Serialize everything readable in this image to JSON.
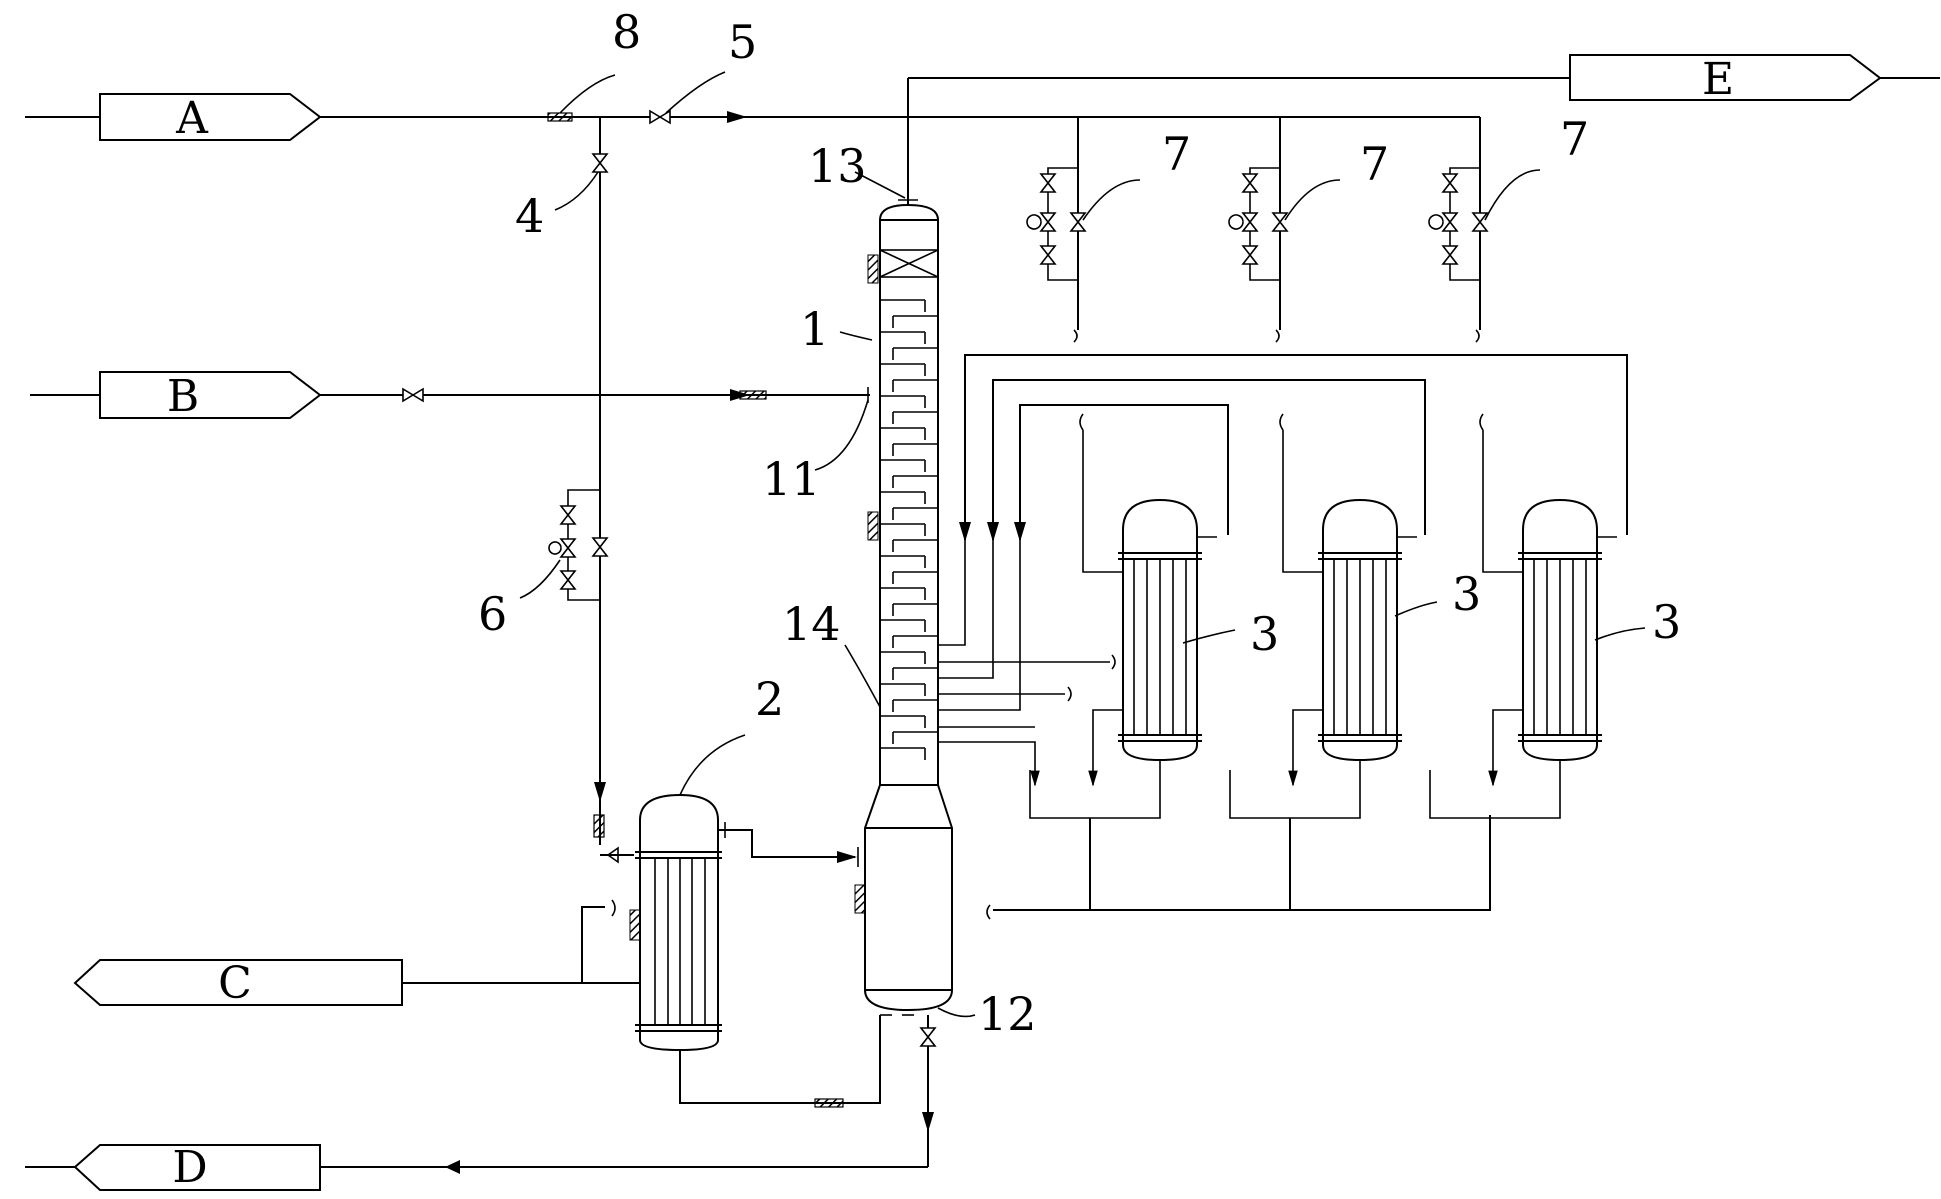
{
  "streams": {
    "A": "A",
    "B": "B",
    "C": "C",
    "D": "D",
    "E": "E"
  },
  "callouts": {
    "n1": "1",
    "n2": "2",
    "n3a": "3",
    "n3b": "3",
    "n3c": "3",
    "n4": "4",
    "n5": "5",
    "n6": "6",
    "n7a": "7",
    "n7b": "7",
    "n7c": "7",
    "n8": "8",
    "n11": "11",
    "n12": "12",
    "n13": "13",
    "n14": "14"
  }
}
